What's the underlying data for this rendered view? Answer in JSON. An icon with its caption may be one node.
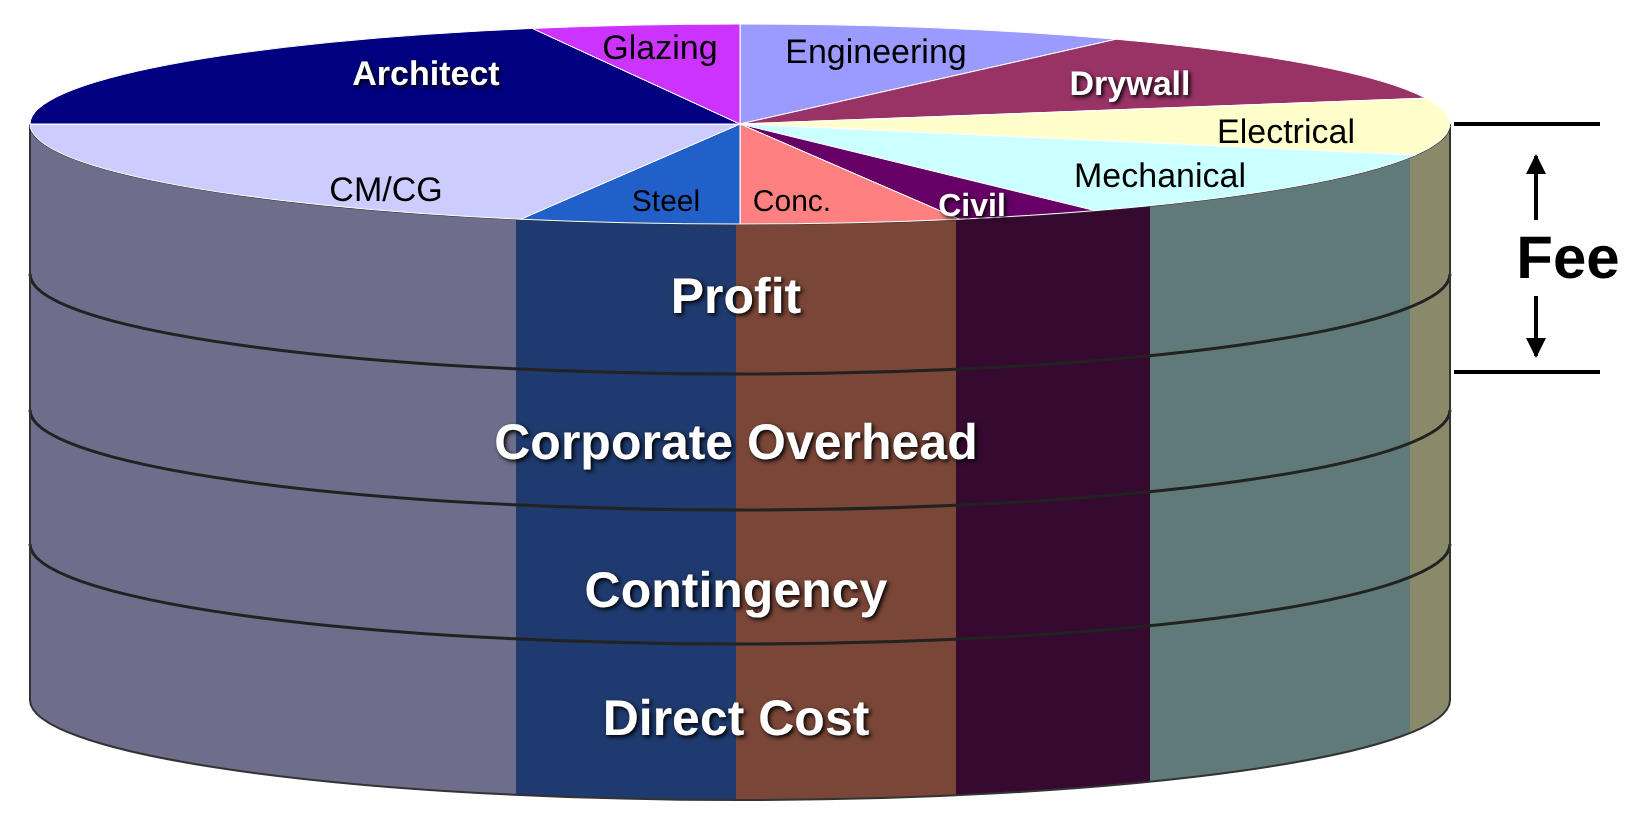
{
  "diagram": {
    "labels": [
      "Glazing",
      "Engineering",
      "Architect",
      "Drywall",
      "Electrical",
      "Mechanical",
      "CM/CG",
      "Steel",
      "Conc.",
      "Civil",
      "Fee",
      "Profit",
      "Corporate Overhead",
      "Contingency",
      "Direct Cost"
    ]
  }
}
